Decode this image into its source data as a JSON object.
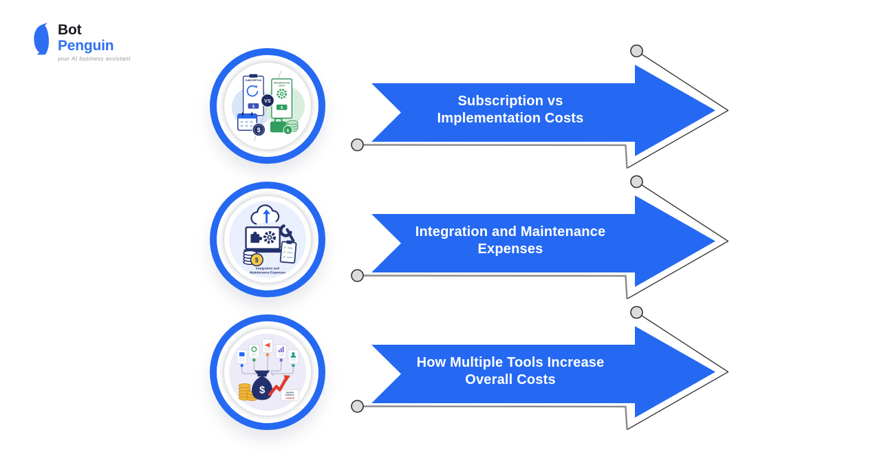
{
  "logo": {
    "brand_first": "Bot",
    "brand_second": "Penguin",
    "tagline": "your AI business assistant"
  },
  "colors": {
    "brand_blue": "#2569f2",
    "navy": "#22306b",
    "arrow_text_color": "#ffffff",
    "connector_gray": "#8a8a8a",
    "node_fill": "#dcdcdc",
    "green": "#2f9e5f",
    "red": "#d93b2c",
    "gold": "#f2b63c"
  },
  "steps": [
    {
      "title_lines": [
        "Subscription vs",
        "Implementation Costs"
      ],
      "icon": {
        "name": "subscription-vs-implementation",
        "left_doc_label": "SUBSCRIPTION",
        "vs_label": "VS",
        "right_doc_label_line1": "IMPLEMENTATION",
        "right_doc_label_line2": "COSTS",
        "dollar": "$"
      }
    },
    {
      "title_lines": [
        "Integration and Maintenance",
        "Expenses"
      ],
      "icon": {
        "name": "integration-and-maintenance",
        "caption_line1": "Integration and",
        "caption_line2": "Maintenance Expenses",
        "dollar": "$"
      }
    },
    {
      "title_lines": [
        "How Multiple Tools Increase",
        "Overall Costs"
      ],
      "icon": {
        "name": "multiple-tools-overall-costs",
        "tag_line1": "HIGHER",
        "tag_line2": "OVERALL",
        "tag_line3": "COSTS",
        "dollar": "$"
      }
    }
  ]
}
